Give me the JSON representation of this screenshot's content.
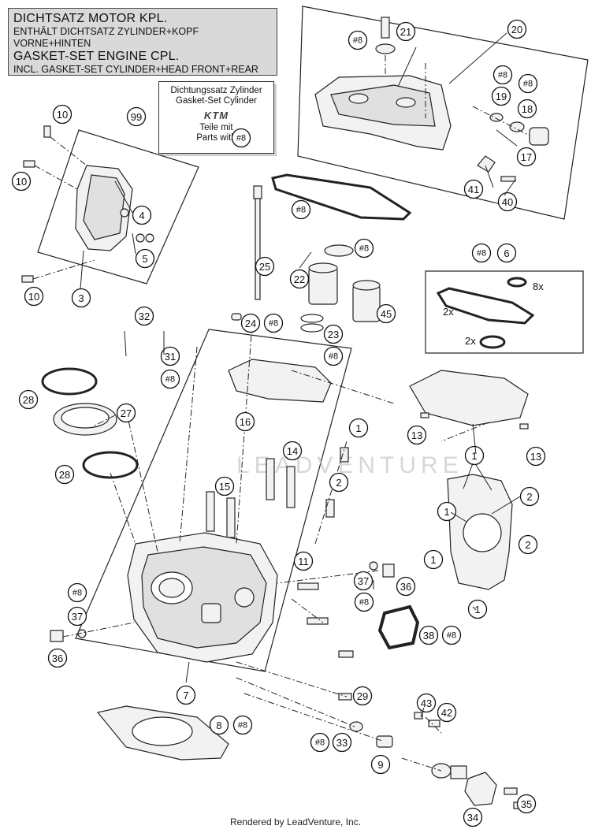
{
  "header": {
    "line1": "DICHTSATZ MOTOR KPL.",
    "line2": "ENTHÄLT DICHTSATZ ZYLINDER+KOPF VORNE+HINTEN",
    "line3": "GASKET-SET ENGINE CPL.",
    "line4": "INCL. GASKET-SET CYLINDER+HEAD FRONT+REAR"
  },
  "kit_box": {
    "line1": "Dichtungssatz Zylinder",
    "line2": "Gasket-Set Cylinder",
    "logo": "KTM",
    "line3": "Teile mit",
    "line4": "Parts with",
    "ref": "#8",
    "callout": "99"
  },
  "multipliers": {
    "seal_small": "8x",
    "gasket": "2x",
    "ring": "2x"
  },
  "watermark": "LEADVENTURE",
  "footer": "Rendered by LeadVenture, Inc.",
  "callouts": [
    {
      "id": "c21",
      "text": "21"
    },
    {
      "id": "c20",
      "text": "20"
    },
    {
      "id": "h8a",
      "text": "#8"
    },
    {
      "id": "h8b",
      "text": "#8"
    },
    {
      "id": "h8c",
      "text": "#8"
    },
    {
      "id": "c19",
      "text": "19"
    },
    {
      "id": "c18",
      "text": "18"
    },
    {
      "id": "c17",
      "text": "17"
    },
    {
      "id": "c41",
      "text": "41"
    },
    {
      "id": "c40",
      "text": "40"
    },
    {
      "id": "c10a",
      "text": "10"
    },
    {
      "id": "c10b",
      "text": "10"
    },
    {
      "id": "c4",
      "text": "4"
    },
    {
      "id": "c5",
      "text": "5"
    },
    {
      "id": "c10c",
      "text": "10"
    },
    {
      "id": "c3",
      "text": "3"
    },
    {
      "id": "h8d",
      "text": "#8"
    },
    {
      "id": "h8e",
      "text": "#8"
    },
    {
      "id": "c25",
      "text": "25"
    },
    {
      "id": "c22",
      "text": "22"
    },
    {
      "id": "c45",
      "text": "45"
    },
    {
      "id": "c24",
      "text": "24"
    },
    {
      "id": "h8f",
      "text": "#8"
    },
    {
      "id": "c23",
      "text": "23"
    },
    {
      "id": "h8g",
      "text": "#8"
    },
    {
      "id": "h8h",
      "text": "#8"
    },
    {
      "id": "c6",
      "text": "6"
    },
    {
      "id": "c32",
      "text": "32"
    },
    {
      "id": "c31",
      "text": "31"
    },
    {
      "id": "h8i",
      "text": "#8"
    },
    {
      "id": "c28a",
      "text": "28"
    },
    {
      "id": "c27",
      "text": "27"
    },
    {
      "id": "c16",
      "text": "16"
    },
    {
      "id": "c13a",
      "text": "13"
    },
    {
      "id": "c13b",
      "text": "13"
    },
    {
      "id": "c1a",
      "text": "1"
    },
    {
      "id": "c14",
      "text": "14"
    },
    {
      "id": "c28b",
      "text": "28"
    },
    {
      "id": "c2a",
      "text": "2"
    },
    {
      "id": "c15",
      "text": "15"
    },
    {
      "id": "c1b",
      "text": "1"
    },
    {
      "id": "c1c",
      "text": "1"
    },
    {
      "id": "c2b",
      "text": "2"
    },
    {
      "id": "c2c",
      "text": "2"
    },
    {
      "id": "c1d",
      "text": "1"
    },
    {
      "id": "c1e",
      "text": "1"
    },
    {
      "id": "c11",
      "text": "11"
    },
    {
      "id": "c37a",
      "text": "37"
    },
    {
      "id": "c36a",
      "text": "36"
    },
    {
      "id": "h8j",
      "text": "#8"
    },
    {
      "id": "h8k",
      "text": "#8"
    },
    {
      "id": "c37b",
      "text": "37"
    },
    {
      "id": "c36b",
      "text": "36"
    },
    {
      "id": "c38",
      "text": "38"
    },
    {
      "id": "h8l",
      "text": "#8"
    },
    {
      "id": "c7",
      "text": "7"
    },
    {
      "id": "c29",
      "text": "29"
    },
    {
      "id": "c43",
      "text": "43"
    },
    {
      "id": "c42",
      "text": "42"
    },
    {
      "id": "c8",
      "text": "8"
    },
    {
      "id": "h8m",
      "text": "#8"
    },
    {
      "id": "h8n",
      "text": "#8"
    },
    {
      "id": "c33",
      "text": "33"
    },
    {
      "id": "c9",
      "text": "9"
    },
    {
      "id": "c35",
      "text": "35"
    },
    {
      "id": "c34",
      "text": "34"
    }
  ]
}
